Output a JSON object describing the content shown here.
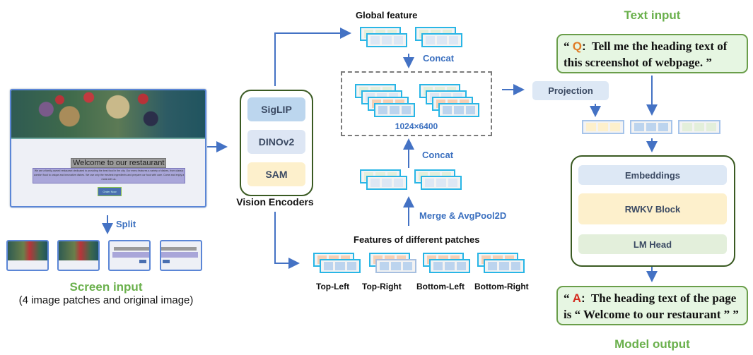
{
  "screen_input": {
    "title": "Screen input",
    "subtitle": "(4 image patches and original image)",
    "split_label": "Split",
    "webpage": {
      "heading": "Welcome to our restaurant",
      "paragraph": "We are a family-owned restaurant dedicated to providing the best food in the city. Our menu features a variety of dishes, from classic comfort food to unique and innovative dishes. We use only the freshest ingredients and prepare our food with care. Come and enjoy a meal with us.",
      "button": "Order Now"
    }
  },
  "vision_encoders": {
    "title": "Vision Encoders",
    "items": [
      {
        "label": "SigLIP",
        "color": "#bcd6ee"
      },
      {
        "label": "DINOv2",
        "color": "#dde6f4"
      },
      {
        "label": "SAM",
        "color": "#fdf0cc"
      }
    ]
  },
  "features": {
    "global_label": "Global feature",
    "concat_top": "Concat",
    "concat_bottom": "Concat",
    "dims": "1024×6400",
    "merge_label": "Merge & AvgPool2D",
    "patches_label": "Features of different patches",
    "patch_names": [
      "Top-Left",
      "Top-Right",
      "Bottom-Left",
      "Bottom-Right"
    ]
  },
  "projection": {
    "label": "Projection"
  },
  "text_input": {
    "title": "Text input",
    "q_tag": "Q",
    "open_quote": "“",
    "question": "Tell me the heading text of this screenshot of webpage. ”"
  },
  "llm": {
    "items": [
      {
        "label": "Embeddings",
        "color": "#dde8f5"
      },
      {
        "label": "RWKV Block",
        "color": "#fdf0cc"
      },
      {
        "label": "LM Head",
        "color": "#e3efdb"
      }
    ]
  },
  "model_output": {
    "title": "Model output",
    "a_tag": "A",
    "open_quote": "“",
    "answer": "The heading text of the page is “ Welcome to our restaurant ” ”"
  },
  "colors": {
    "arrow": "#4472c4",
    "label_blue": "#3a6fbf",
    "title_green": "#6ab04c",
    "q_tag": "#e07b24",
    "a_tag": "#d42a1e"
  }
}
